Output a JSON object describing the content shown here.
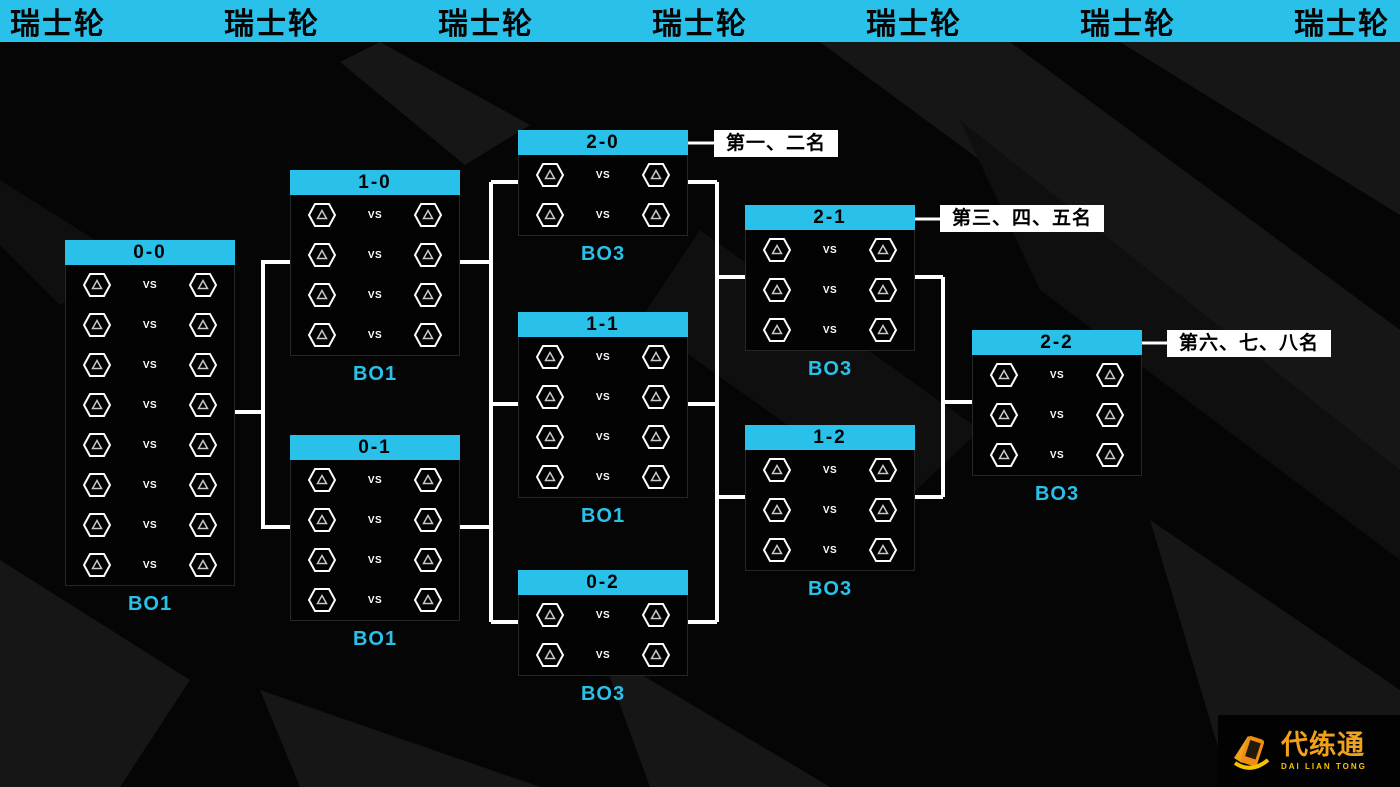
{
  "colors": {
    "accent_cyan": "#29c1e9",
    "line_white": "#ffffff",
    "background": "#050505",
    "label_bg": "#ffffff",
    "logo_orange": "#f0a21a",
    "logo_yellow": "#f5c400"
  },
  "banner": {
    "items": [
      "瑞士轮",
      "瑞士轮",
      "瑞士轮",
      "瑞士轮",
      "瑞士轮",
      "瑞士轮",
      "瑞士轮"
    ]
  },
  "vs_label": "VS",
  "boxes": [
    {
      "record": "0-0",
      "format": "BO1",
      "matches": 8
    },
    {
      "record": "1-0",
      "format": "BO1",
      "matches": 4
    },
    {
      "record": "0-1",
      "format": "BO1",
      "matches": 4
    },
    {
      "record": "2-0",
      "format": "BO3",
      "matches": 2
    },
    {
      "record": "1-1",
      "format": "BO1",
      "matches": 4
    },
    {
      "record": "0-2",
      "format": "BO3",
      "matches": 2
    },
    {
      "record": "2-1",
      "format": "BO3",
      "matches": 3
    },
    {
      "record": "1-2",
      "format": "BO3",
      "matches": 3
    },
    {
      "record": "2-2",
      "format": "BO3",
      "matches": 3
    }
  ],
  "result_labels": [
    {
      "text": "第一、二名"
    },
    {
      "text": "第三、四、五名"
    },
    {
      "text": "第六、七、八名"
    }
  ],
  "logo": {
    "title": "代练通",
    "subtitle": "DAI LIAN TONG"
  }
}
